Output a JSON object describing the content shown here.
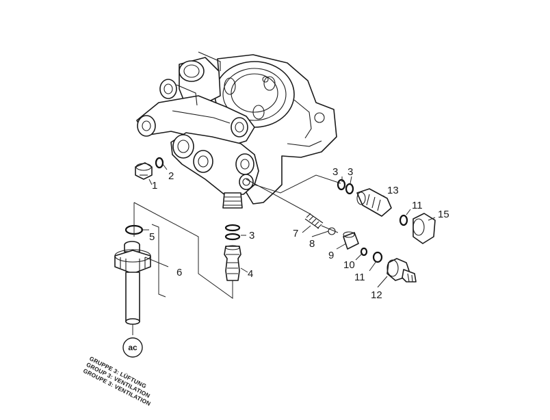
{
  "callouts": [
    {
      "id": "c1",
      "label": "1"
    },
    {
      "id": "c2",
      "label": "2"
    },
    {
      "id": "c3a",
      "label": "3"
    },
    {
      "id": "c3b",
      "label": "3"
    },
    {
      "id": "c3c",
      "label": "3"
    },
    {
      "id": "c4",
      "label": "4"
    },
    {
      "id": "c5",
      "label": "5"
    },
    {
      "id": "c6",
      "label": "6"
    },
    {
      "id": "c7",
      "label": "7"
    },
    {
      "id": "c8",
      "label": "8"
    },
    {
      "id": "c9",
      "label": "9"
    },
    {
      "id": "c10",
      "label": "10"
    },
    {
      "id": "c11a",
      "label": "11"
    },
    {
      "id": "c11b",
      "label": "11"
    },
    {
      "id": "c12",
      "label": "12"
    },
    {
      "id": "c13",
      "label": "13"
    },
    {
      "id": "c15",
      "label": "15"
    }
  ],
  "group_badge": "ac",
  "group_lines": [
    "GRUPPE 3: LÜFTUNG",
    "GROUP 3: VENTILATION",
    "GROUPE 3: VENTILATION"
  ],
  "colors": {
    "ink": "#1a1a1a",
    "paper": "#ffffff"
  }
}
